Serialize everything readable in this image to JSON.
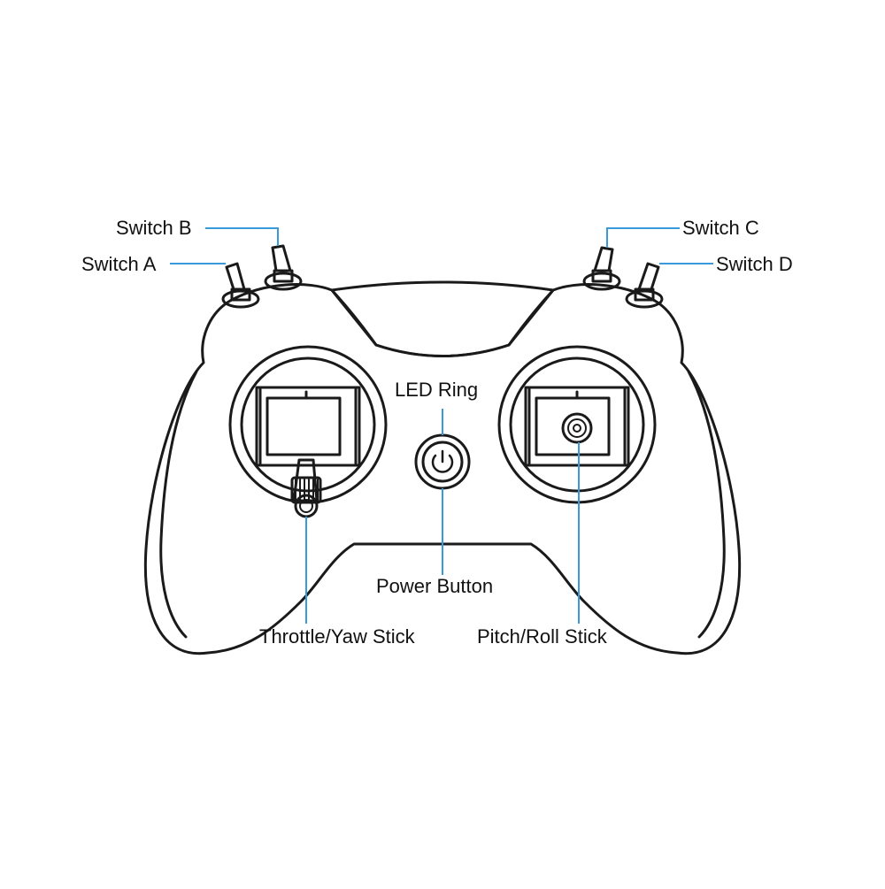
{
  "labels": {
    "switch_a": "Switch A",
    "switch_b": "Switch B",
    "switch_c": "Switch C",
    "switch_d": "Switch D",
    "led_ring": "LED Ring",
    "power_button": "Power Button",
    "throttle_yaw_stick": "Throttle/Yaw Stick",
    "pitch_roll_stick": "Pitch/Roll Stick"
  },
  "colors": {
    "outline": "#1a1a1a",
    "leader_line": "#3a9ad9",
    "background": "#ffffff"
  },
  "icons": [
    "power-icon"
  ]
}
